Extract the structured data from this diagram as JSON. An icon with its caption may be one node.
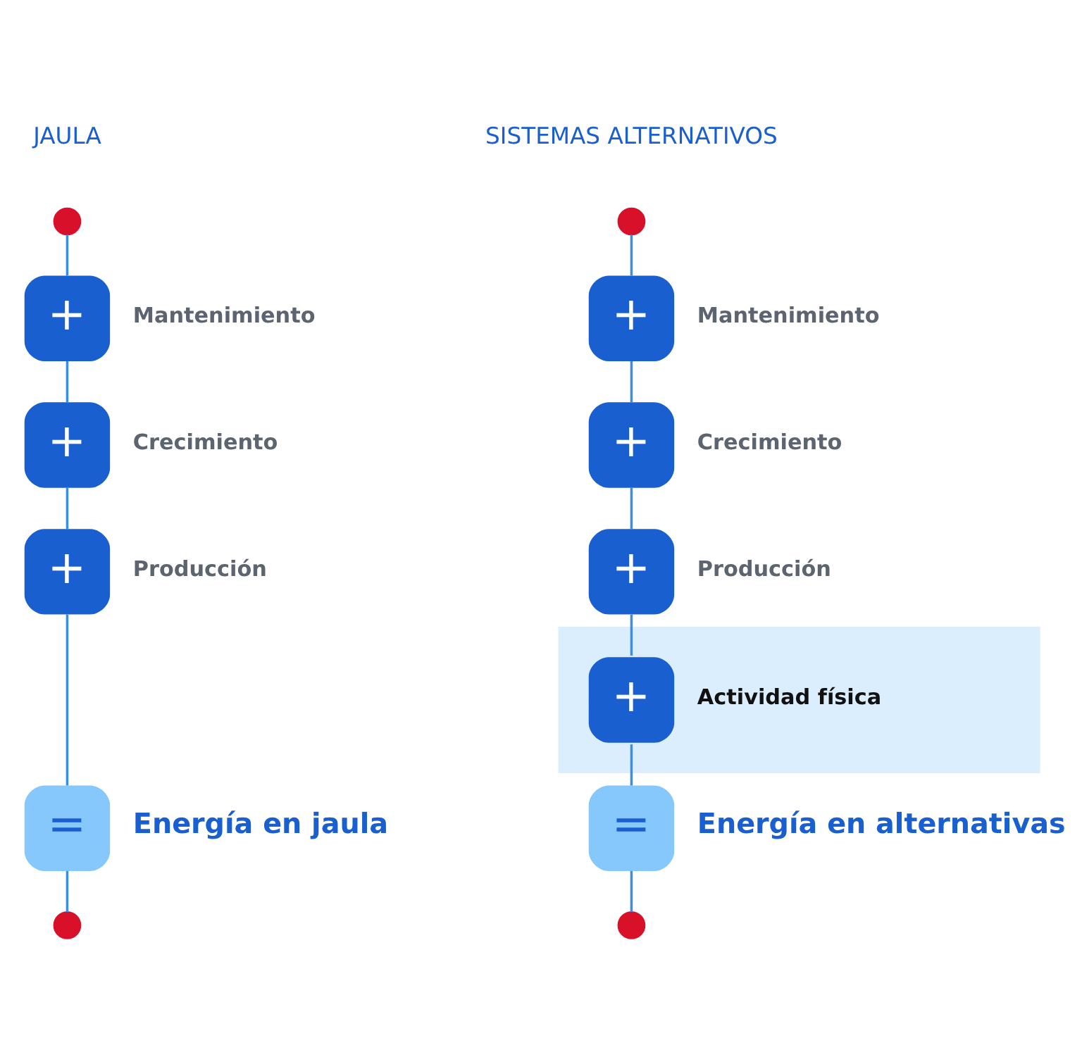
{
  "diagram": {
    "nodes": [
      {
        "text": [],
        "shape": "circle"
      },
      {
        "text": [],
        "shape": "circle"
      },
      {
        "text": [
          "+"
        ],
        "beside": [
          "Mantenimiento"
        ]
      },
      {
        "text": [
          "+"
        ],
        "beside": [
          "Mantenimiento"
        ]
      },
      {
        "text": [
          "+"
        ],
        "beside": [
          "Crecimiento"
        ]
      },
      {
        "text": [
          "+"
        ],
        "beside": [
          "Crecimiento"
        ]
      },
      {
        "text": [
          "+"
        ],
        "beside": [
          "Producción"
        ]
      },
      {
        "text": [
          "+"
        ],
        "beside": [
          "Producción"
        ]
      },
      {
        "text": [],
        "shape": "band"
      },
      {
        "text": [
          "+"
        ],
        "beside": [
          "Actividad física"
        ],
        "in": 8
      },
      {
        "text": [
          "="
        ],
        "beside": [
          "Energía en jaula"
        ]
      },
      {
        "text": [
          "="
        ],
        "beside": [
          "Energía en alternativas"
        ]
      },
      {
        "text": [],
        "shape": "circle"
      },
      {
        "text": [],
        "shape": "circle"
      }
    ],
    "edges": [
      {
        "from": 0,
        "to": 2,
        "arrow": "none"
      },
      {
        "from": 2,
        "to": 4,
        "arrow": "none"
      },
      {
        "from": 4,
        "to": 6,
        "arrow": "none"
      },
      {
        "from": 6,
        "to": 10,
        "arrow": "none"
      },
      {
        "from": 10,
        "to": 12,
        "arrow": "none"
      },
      {
        "from": 1,
        "to": 3,
        "arrow": "none"
      },
      {
        "from": 3,
        "to": 5,
        "arrow": "none"
      },
      {
        "from": 5,
        "to": 7,
        "arrow": "none"
      },
      {
        "from": 7,
        "to": 9,
        "arrow": "none"
      },
      {
        "from": 9,
        "to": 11,
        "arrow": "none"
      },
      {
        "from": 11,
        "to": 13,
        "arrow": "none"
      }
    ],
    "labels": [
      "JAULA",
      "SISTEMAS ALTERNATIVOS"
    ]
  }
}
